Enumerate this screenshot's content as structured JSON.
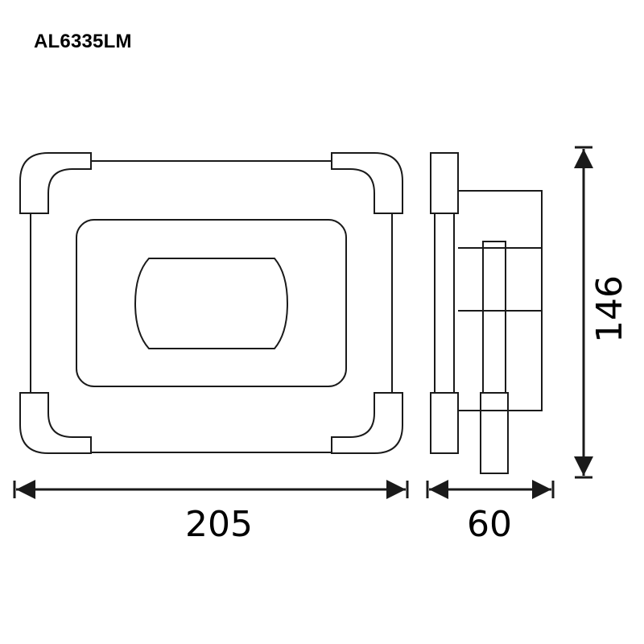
{
  "model": "AL6335LM",
  "dimensions": {
    "width": "205",
    "depth": "60",
    "height": "146"
  },
  "colors": {
    "line": "#1a1a1a",
    "background": "#ffffff"
  }
}
